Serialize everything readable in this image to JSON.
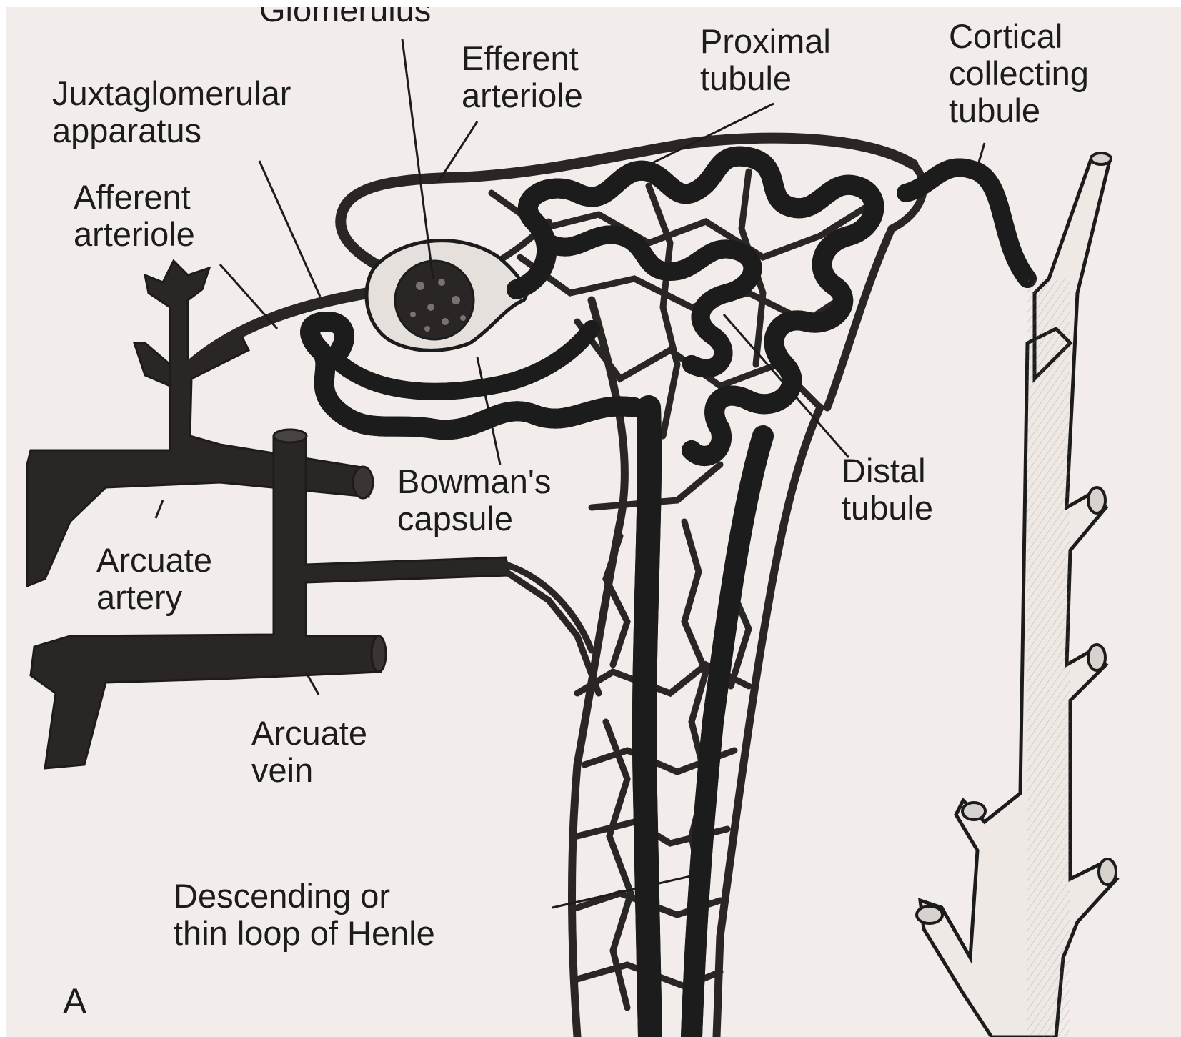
{
  "figure": {
    "panel_letter": "A",
    "colors": {
      "background": "#f2ecea",
      "ink": "#1c1c1c",
      "vessel_fill": "#2b2626",
      "tubule_fill": "#e6e0dc"
    }
  },
  "labels": {
    "glomerulus": [
      "Glomerulus"
    ],
    "juxtaglomerular": [
      "Juxtaglomerular",
      "apparatus"
    ],
    "efferent": [
      "Efferent",
      "arteriole"
    ],
    "proximal": [
      "Proximal",
      "tubule"
    ],
    "cortical": [
      "Cortical",
      "collecting",
      "tubule"
    ],
    "afferent": [
      "Afferent",
      "arteriole"
    ],
    "bowmans": [
      "Bowman's",
      "capsule"
    ],
    "distal": [
      "Distal",
      "tubule"
    ],
    "arcuate_artery": [
      "Arcuate",
      "artery"
    ],
    "arcuate_vein": [
      "Arcuate",
      "vein"
    ],
    "henle": [
      "Descending or",
      "thin loop of Henle"
    ]
  }
}
